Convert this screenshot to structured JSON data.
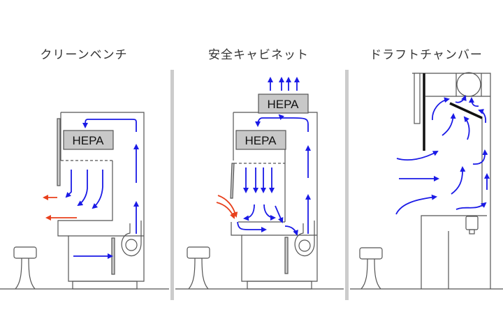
{
  "panels": [
    {
      "title": "クリーンベンチ",
      "filters": [
        "HEPA"
      ]
    },
    {
      "title": "安全キャビネット",
      "filters": [
        "HEPA",
        "HEPA"
      ]
    },
    {
      "title": "ドラフトチャンバー",
      "filters": []
    }
  ],
  "colors": {
    "airflow": "#1a1ae6",
    "outflow": "#e8401c",
    "outline": "#555555",
    "filter_fill": "#c8c8c8",
    "divider": "#cccccc"
  }
}
